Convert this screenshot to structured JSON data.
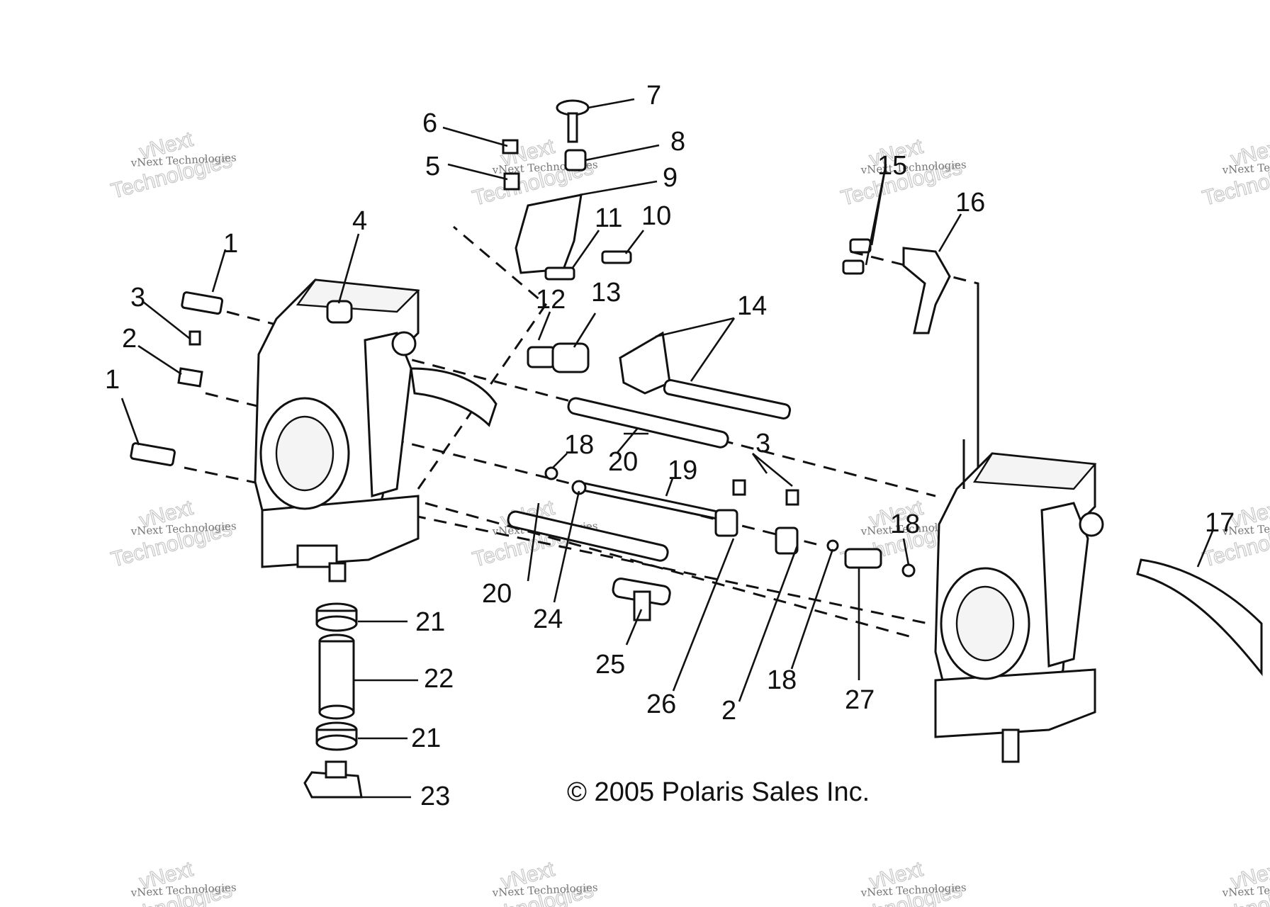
{
  "copyright": "© 2005 Polaris Sales Inc.",
  "watermark": {
    "line_small": "vNext Technologies",
    "line_big_1": "vNext",
    "line_big_2": "Technologies"
  },
  "callouts": [
    {
      "id": "c1a",
      "num": "1"
    },
    {
      "id": "c1b",
      "num": "1"
    },
    {
      "id": "c2a",
      "num": "2"
    },
    {
      "id": "c2b",
      "num": "2"
    },
    {
      "id": "c3a",
      "num": "3"
    },
    {
      "id": "c3b",
      "num": "3"
    },
    {
      "id": "c4",
      "num": "4"
    },
    {
      "id": "c5",
      "num": "5"
    },
    {
      "id": "c6",
      "num": "6"
    },
    {
      "id": "c7",
      "num": "7"
    },
    {
      "id": "c8",
      "num": "8"
    },
    {
      "id": "c9",
      "num": "9"
    },
    {
      "id": "c10",
      "num": "10"
    },
    {
      "id": "c11",
      "num": "11"
    },
    {
      "id": "c12",
      "num": "12"
    },
    {
      "id": "c13",
      "num": "13"
    },
    {
      "id": "c14",
      "num": "14"
    },
    {
      "id": "c15",
      "num": "15"
    },
    {
      "id": "c16",
      "num": "16"
    },
    {
      "id": "c17",
      "num": "17"
    },
    {
      "id": "c18a",
      "num": "18"
    },
    {
      "id": "c18b",
      "num": "18"
    },
    {
      "id": "c18c",
      "num": "18"
    },
    {
      "id": "c19",
      "num": "19"
    },
    {
      "id": "c20a",
      "num": "20"
    },
    {
      "id": "c20b",
      "num": "20"
    },
    {
      "id": "c21a",
      "num": "21"
    },
    {
      "id": "c21b",
      "num": "21"
    },
    {
      "id": "c22",
      "num": "22"
    },
    {
      "id": "c23",
      "num": "23"
    },
    {
      "id": "c24",
      "num": "24"
    },
    {
      "id": "c25",
      "num": "25"
    },
    {
      "id": "c26",
      "num": "26"
    },
    {
      "id": "c27",
      "num": "27"
    }
  ]
}
